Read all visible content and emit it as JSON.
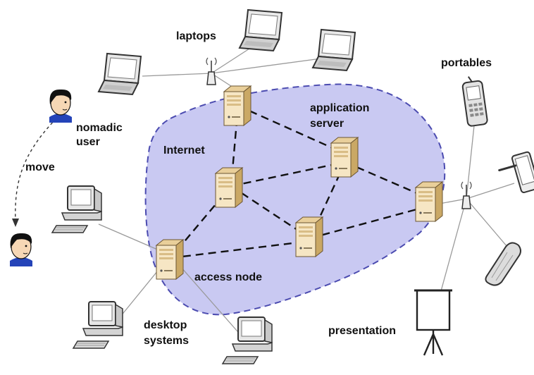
{
  "labels": {
    "laptops": "laptops",
    "portables": "portables",
    "application_server_line1": "application",
    "application_server_line2": "server",
    "internet": "Internet",
    "nomadic_user_line1": "nomadic",
    "nomadic_user_line2": "user",
    "move": "move",
    "access_node": "access node",
    "desktop_systems_line1": "desktop",
    "desktop_systems_line2": "systems",
    "presentation": "presentation"
  },
  "colors": {
    "internet_cloud_fill": "#c9c9f2",
    "internet_cloud_stroke": "#4b4bb0",
    "server_body": "#f4e3bf",
    "server_shade": "#d9bd86",
    "link_line": "#111111",
    "wireless_line": "#9a9a9a",
    "user_face": "#f6d7b5",
    "user_hair": "#111111",
    "user_shirt": "#2443b8"
  },
  "icons": [
    "laptop-icon",
    "server-icon",
    "wireless-access-point-icon",
    "desktop-computer-icon",
    "mobile-phone-icon",
    "pda-icon",
    "flip-phone-icon",
    "projector-screen-icon",
    "user-avatar-icon"
  ]
}
